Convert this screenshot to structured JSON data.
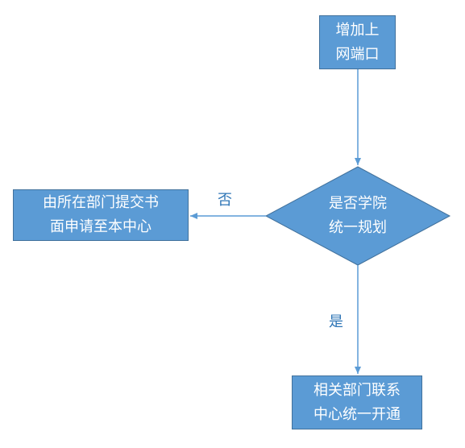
{
  "nodes": {
    "start": "增加上\n网端口",
    "decision": "是否学院\n统一规划",
    "no_branch": "由所在部门提交书\n面申请至本中心",
    "yes_branch": "相关部门联系\n中心统一开通"
  },
  "edges": {
    "no_label": "否",
    "yes_label": "是"
  },
  "colors": {
    "fill": "#5b9bd5",
    "border": "#41719c",
    "line": "#5b9bd5",
    "label": "#2e75b6"
  }
}
